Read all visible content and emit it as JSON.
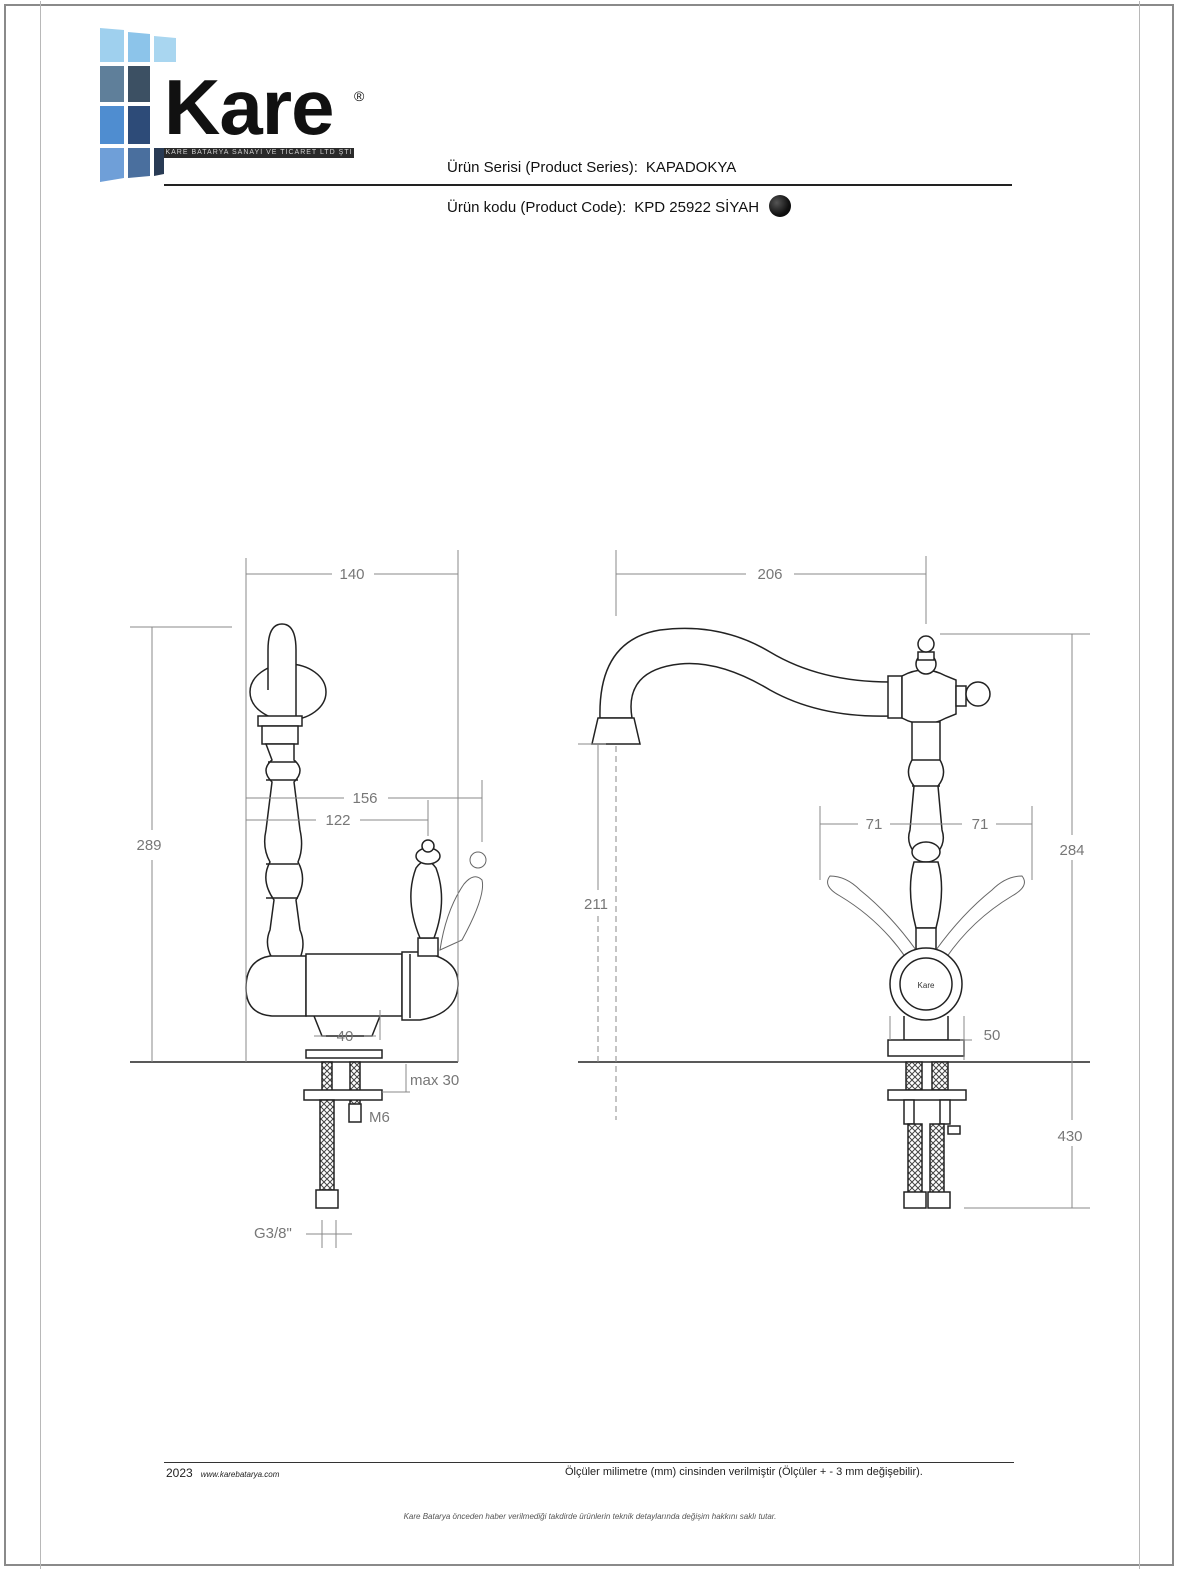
{
  "brand": {
    "name": "Kare",
    "registered_mark": "®",
    "tagline": "KARE BATARYA SANAYİ VE TİCARET LTD ŞTİ"
  },
  "header": {
    "series_label": "Ürün Serisi (Product Series):",
    "series_value": "KAPADOKYA",
    "code_label": "Ürün kodu (Product Code):",
    "code_value": "KPD 25922  SİYAH",
    "color_swatch": "#111111"
  },
  "side_view": {
    "width_overall": "140",
    "height_overall": "289",
    "reach_handle": "156",
    "reach_body": "122",
    "base_width": "40",
    "counter_thickness": "max 30",
    "stud_thread": "M6",
    "hose_thread": "G3/8\""
  },
  "front_view": {
    "spout_reach": "206",
    "spout_height": "211",
    "height_overall": "284",
    "handle_left": "71",
    "handle_right": "71",
    "base_height": "50",
    "hose_length": "430",
    "body_badge": "Kare"
  },
  "footer": {
    "year": "2023",
    "url": "www.karebatarya.com",
    "units_note": "Ölçüler milimetre (mm) cinsinden verilmiştir (Ölçüler  + - 3 mm değişebilir).",
    "disclaimer": "Kare Batarya önceden haber verilmediği takdirde ürünlerin teknik detaylarında değişim hakkını saklı tutar."
  }
}
